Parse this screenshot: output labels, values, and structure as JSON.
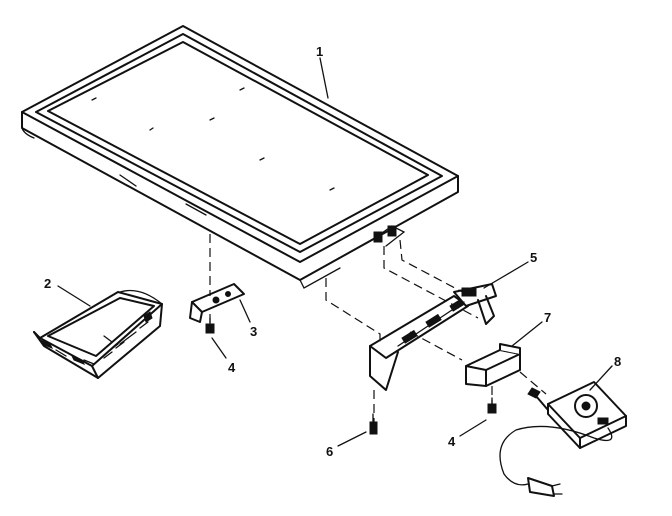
{
  "callouts": {
    "griddle_plate": "1",
    "drip_tray": "2",
    "leg_bracket": "3",
    "screw_left": "4",
    "rear_support": "5",
    "screw_center": "6",
    "control_mount": "7",
    "temperature_control": "8",
    "screw_right": "4"
  }
}
